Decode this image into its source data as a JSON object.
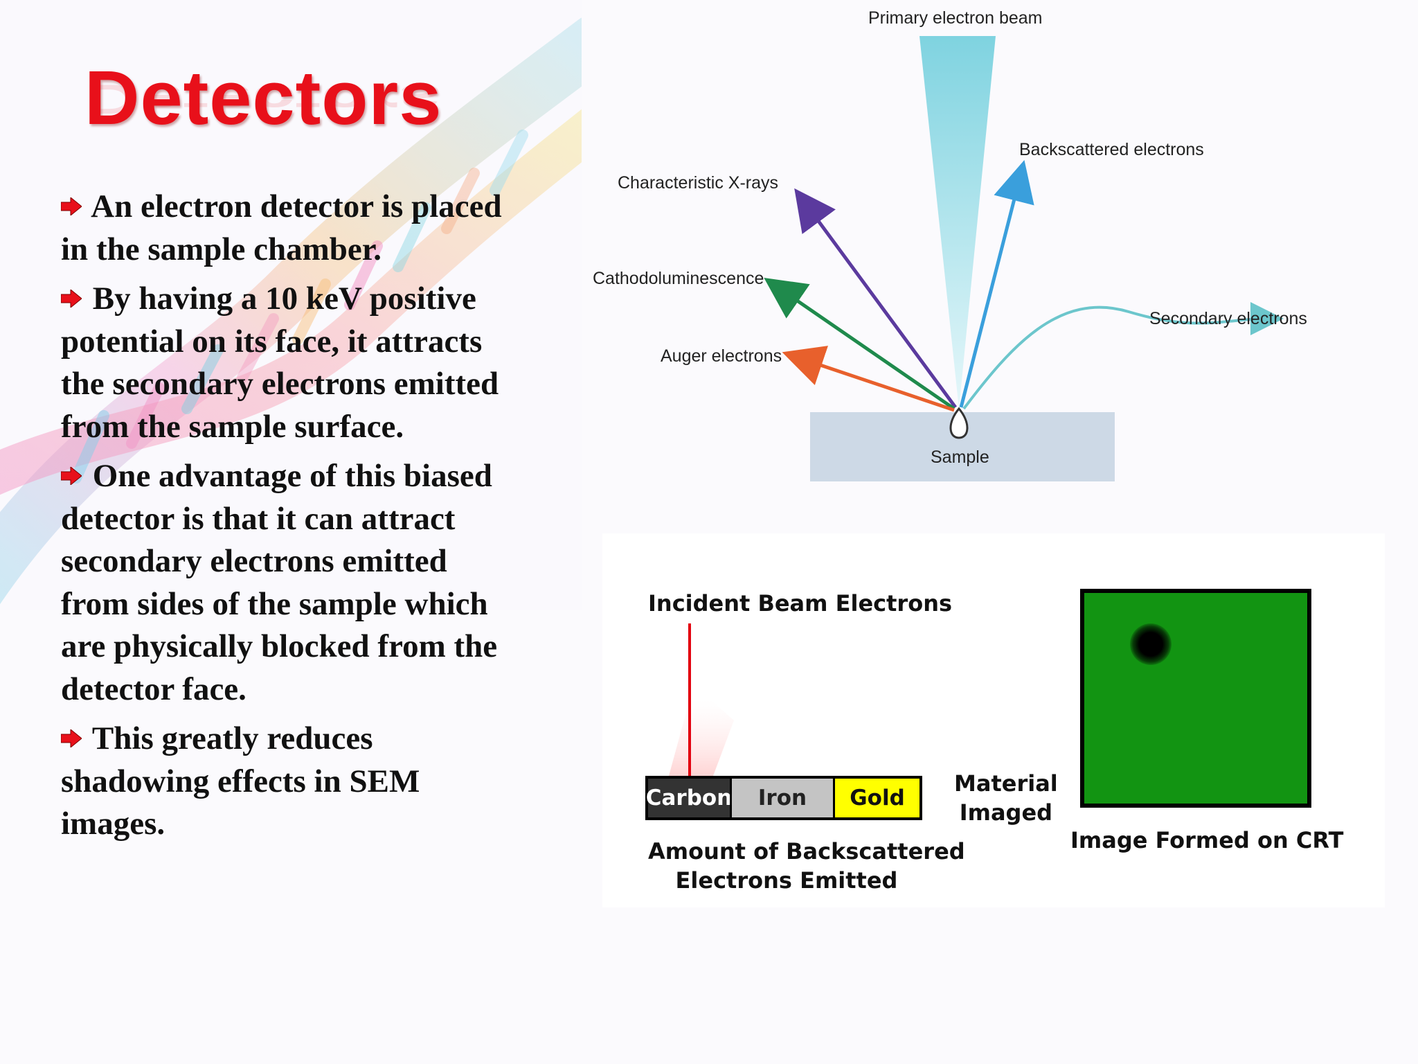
{
  "slide": {
    "title": "Detectors",
    "bullets": [
      "An electron detector is placed in the sample chamber.",
      "By having a 10 keV positive potential on its face, it attracts the secondary electrons emitted from the sample surface.",
      "One advantage of this biased detector is that it can attract secondary electrons emitted from sides of the sample which are physically blocked from the detector face.",
      "This greatly reduces shadowing effects in SEM images."
    ]
  },
  "interaction_diagram": {
    "primary_beam": "Primary electron beam",
    "backscattered": "Backscattered electrons",
    "xrays": "Characteristic X-rays",
    "cathodo": "Cathodoluminescence",
    "secondary": "Secondary electrons",
    "auger": "Auger electrons",
    "sample": "Sample"
  },
  "backscatter_diagram": {
    "incident": "Incident Beam Electrons",
    "materials": [
      "Carbon",
      "Iron",
      "Gold"
    ],
    "amount_line1": "Amount of Backscattered",
    "amount_line2": "Electrons Emitted",
    "material_line1": "Material",
    "material_line2": "Imaged",
    "crt_caption": "Image Formed on CRT"
  },
  "colors": {
    "title": "#e8101a",
    "beam": "#7fd3e0",
    "xray_arrow": "#5b3a9e",
    "cathodo_arrow": "#1f8a4c",
    "auger_arrow": "#e8602c",
    "backscatter_arrow": "#3a9fdc",
    "secondary_arrow": "#6cc6cc",
    "sample": "#cdd9e6",
    "crt_green": "#129412",
    "carbon": "#333333",
    "iron": "#c4c4c4",
    "gold": "#ffff00"
  }
}
